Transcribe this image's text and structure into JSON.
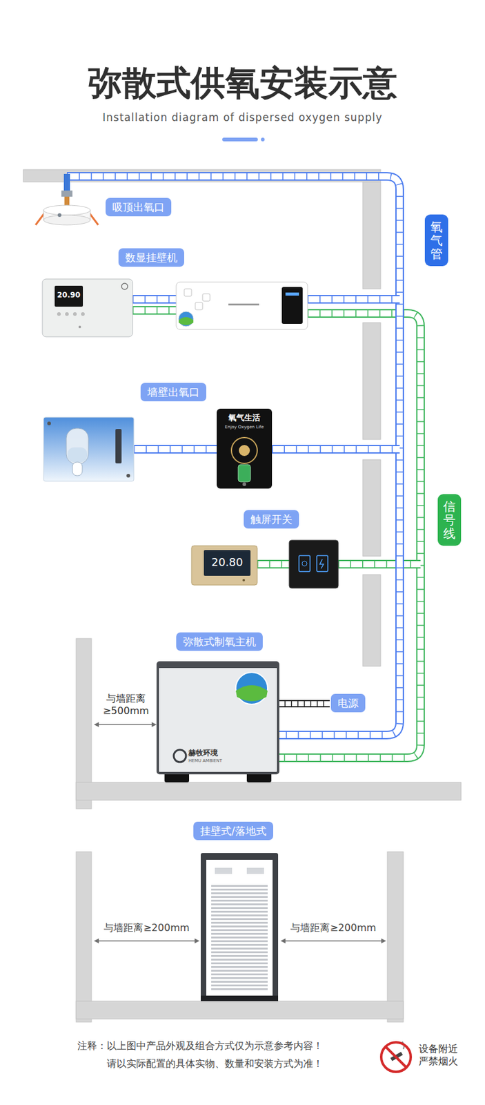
{
  "diagram": {
    "title": "弥散式供氧安装示意",
    "nodes": [
      {
        "text": [
          "吸顶出氧口"
        ]
      },
      {
        "text": [
          "氧气管"
        ]
      },
      {
        "text": [
          "数显挂壁机"
        ]
      },
      {
        "text": [
          "墙壁出氧口"
        ]
      },
      {
        "text": [
          "触屏开关"
        ]
      },
      {
        "text": [
          "信号线"
        ]
      },
      {
        "text": [
          "弥散式制氧主机"
        ]
      },
      {
        "text": [
          "电源"
        ]
      },
      {
        "text": [
          "挂壁式/落地式"
        ]
      }
    ],
    "labels": [
      "Installation diagram of dispersed oxygen supply",
      "20.90",
      "氧气生活",
      "Enjoy Oxygen Life",
      "20.80",
      "与墙距离 ≥500mm",
      "赫牧环境",
      "HEMU AMBIENT",
      "与墙距离≥200mm",
      "与墙距离≥200mm",
      "注释：以上图中产品外观及组合方式仅为示意参考内容！",
      "请以实际配置的具体实物、数量和安装方式为准！",
      "设备附近 严禁烟火"
    ]
  }
}
